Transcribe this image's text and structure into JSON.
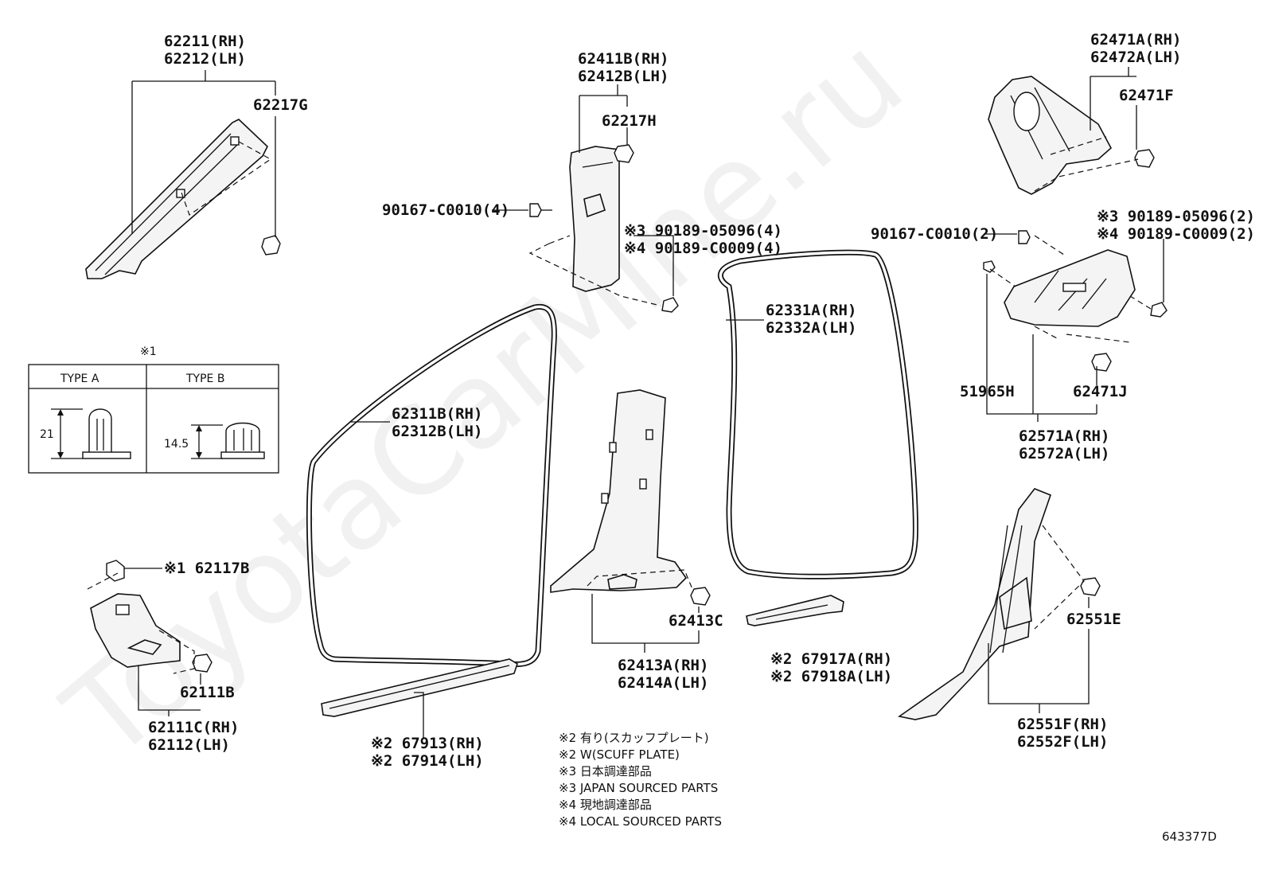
{
  "watermark": "ToyotaCarMine.ru",
  "diagram_id": "643377D",
  "labels": {
    "l62211": "62211(RH)",
    "l62212": "62212(LH)",
    "l62217G": "62217G",
    "l62411B": "62411B(RH)",
    "l62412B": "62412B(LH)",
    "l62217H": "62217H",
    "l90167_4": "90167-C0010(4)",
    "l90189_05096_4": "※3 90189-05096(4)",
    "l90189_C0009_4": "※4 90189-C0009(4)",
    "l62471A": "62471A(RH)",
    "l62472A": "62472A(LH)",
    "l62471F": "62471F",
    "l90189_05096_2": "※3 90189-05096(2)",
    "l90189_C0009_2": "※4 90189-C0009(2)",
    "l90167_2": "90167-C0010(2)",
    "l62331A": "62331A(RH)",
    "l62332A": "62332A(LH)",
    "l62311B": "62311B(RH)",
    "l62312B": "62312B(LH)",
    "l51965H": "51965H",
    "l62471J": "62471J",
    "l62571A": "62571A(RH)",
    "l62572A": "62572A(LH)",
    "l62117B": "※1 62117B",
    "l62111B": "62111B",
    "l62111C": "62111C(RH)",
    "l62112": "62112(LH)",
    "l62413C": "62413C",
    "l62413A": "62413A(RH)",
    "l62414A": "62414A(LH)",
    "l67917A": "※2 67917A(RH)",
    "l67918A": "※2 67918A(LH)",
    "l62551E": "62551E",
    "l62551F": "62551F(RH)",
    "l62552F": "62552F(LH)",
    "l67913": "※2 67913(RH)",
    "l67914": "※2 67914(LH)"
  },
  "type_table": {
    "ref": "※1",
    "type_a": "TYPE A",
    "type_b": "TYPE B",
    "dim_a": "21",
    "dim_b": "14.5"
  },
  "notes": [
    "※2 有り(スカッフプレート)",
    "※2 W(SCUFF PLATE)",
    "※3 日本調達部品",
    "※3 JAPAN SOURCED PARTS",
    "※4 現地調達部品",
    "※4 LOCAL SOURCED PARTS"
  ]
}
